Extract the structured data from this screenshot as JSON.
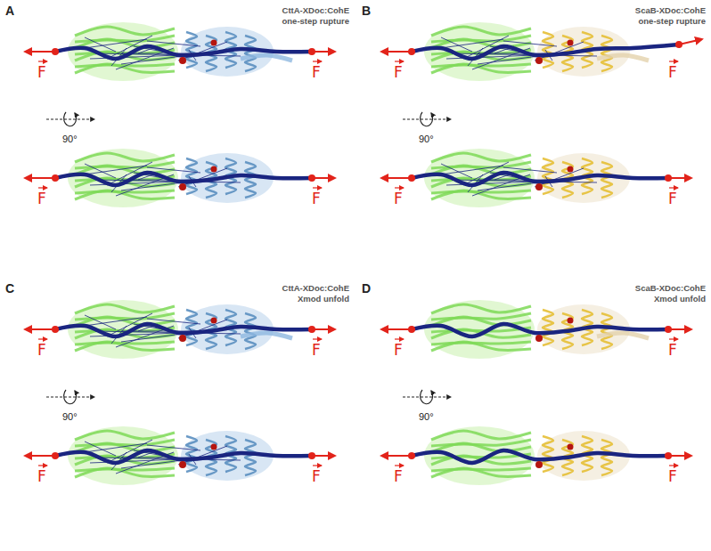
{
  "diagram": {
    "labels": [
      "A",
      "CttA-XDoc:CohE",
      "one-step rupture",
      "F",
      "F",
      "90°",
      "F",
      "F",
      "B",
      "ScaB-XDoc:CohE",
      "one-step rupture",
      "F",
      "F",
      "90°",
      "F",
      "F",
      "C",
      "CttA-XDoc:CohE",
      "Xmod unfold",
      "F",
      "F",
      "90°",
      "F",
      "F",
      "D",
      "ScaB-XDoc:CohE",
      "Xmod unfold",
      "F",
      "F",
      "90°",
      "F",
      "F"
    ]
  }
}
